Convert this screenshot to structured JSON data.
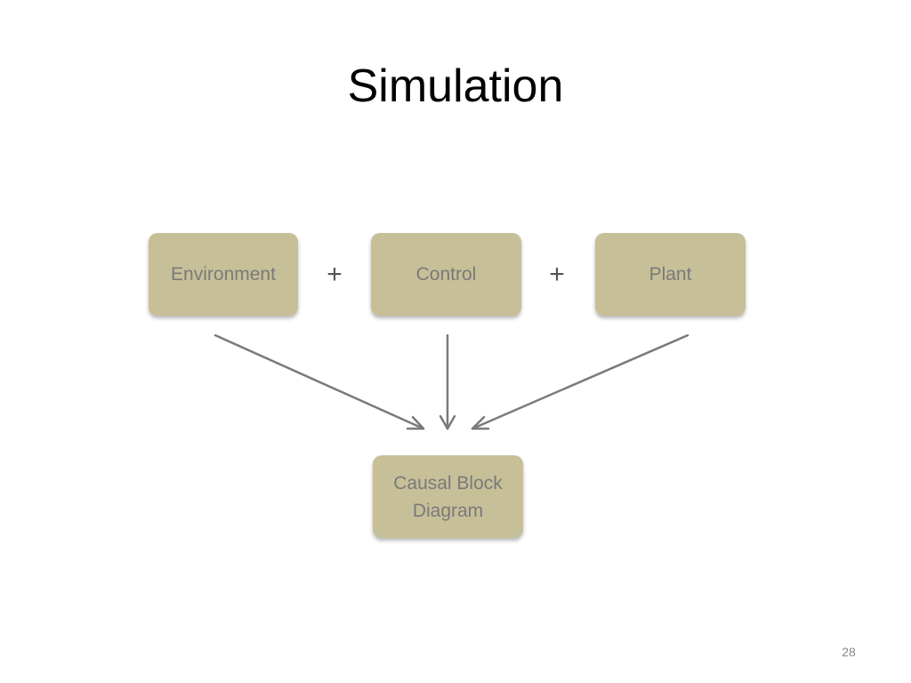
{
  "slide": {
    "title": "Simulation",
    "page_number": "28"
  },
  "diagram": {
    "sources": [
      {
        "id": "env",
        "label": "Environment"
      },
      {
        "id": "ctl",
        "label": "Control"
      },
      {
        "id": "plant",
        "label": "Plant"
      }
    ],
    "operators": [
      "+",
      "+"
    ],
    "target": {
      "label": "Causal Block\nDiagram"
    },
    "colors": {
      "block_fill": "#c6bf98",
      "block_text": "#7a7a7a",
      "arrow": "#7a7a7a"
    }
  }
}
